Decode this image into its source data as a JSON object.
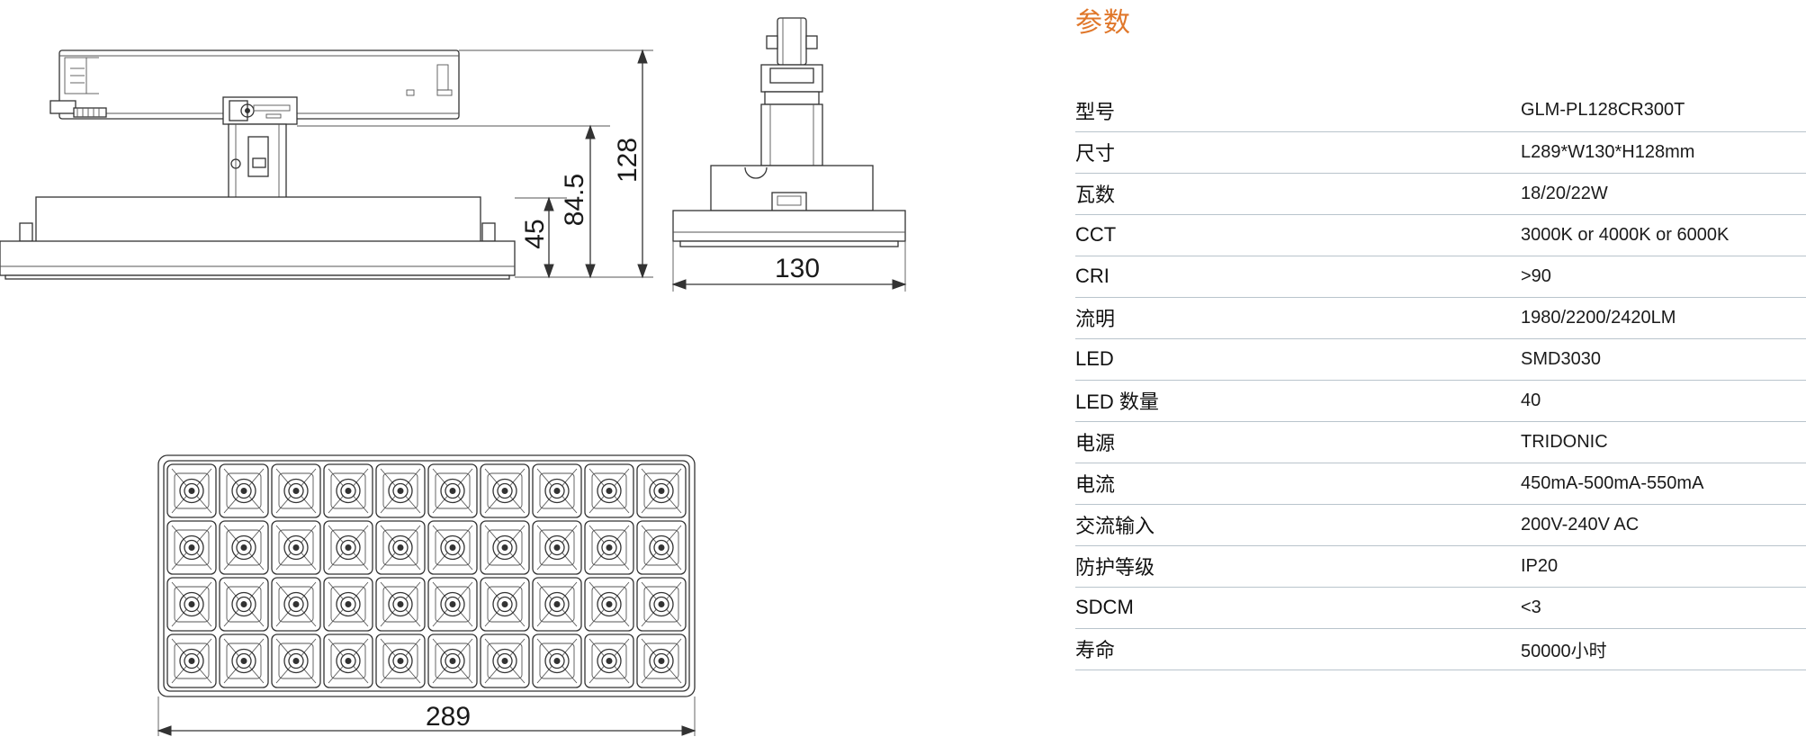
{
  "drawings": {
    "side_view": {
      "dims": {
        "total_height": "128",
        "mid_height": "84.5",
        "body_height": "45"
      }
    },
    "front_view": {
      "dims": {
        "width": "130"
      }
    },
    "bottom_view": {
      "dims": {
        "length": "289"
      },
      "led_rows": 4,
      "led_cols": 10
    }
  },
  "spec": {
    "title": "参数",
    "rows": [
      {
        "label": "型号",
        "value": "GLM-PL128CR300T"
      },
      {
        "label": "尺寸",
        "value": "L289*W130*H128mm"
      },
      {
        "label": "瓦数",
        "value": "18/20/22W"
      },
      {
        "label": "CCT",
        "value": "3000K or 4000K or 6000K"
      },
      {
        "label": "CRI",
        "value": ">90"
      },
      {
        "label": "流明",
        "value": "1980/2200/2420LM"
      },
      {
        "label": "LED",
        "value": "SMD3030"
      },
      {
        "label": "LED  数量",
        "value": "40"
      },
      {
        "label": "电源",
        "value": "TRIDONIC"
      },
      {
        "label": "电流",
        "value": "450mA-500mA-550mA"
      },
      {
        "label": "交流输入",
        "value": "200V-240V AC"
      },
      {
        "label": "防护等级",
        "value": "IP20"
      },
      {
        "label": "SDCM",
        "value": "<3"
      },
      {
        "label": "寿命",
        "value": "50000小时"
      }
    ]
  }
}
